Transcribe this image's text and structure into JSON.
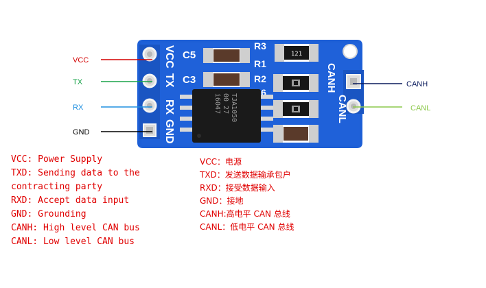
{
  "board": {
    "pin_labels_left": [
      "VCC",
      "TX",
      "RX",
      "GND"
    ],
    "pin_labels_right": [
      "CANH",
      "CANL"
    ],
    "silkscreen_caps": [
      "C5",
      "C3"
    ],
    "silkscreen_resistors": [
      "R3",
      "R1",
      "R2",
      "R6"
    ],
    "chip_marking": [
      "TJA1050",
      "00 27",
      "i6047"
    ],
    "resistor_code": "121",
    "colors": {
      "pcb": "#1d5fd6",
      "vcc_line": "#d40000",
      "tx_line": "#1aa34a",
      "rx_line": "#1e8fe0",
      "gnd_line": "#000000",
      "canh_line": "#0a1a5c",
      "canl_line": "#8cc84b"
    }
  },
  "callouts": {
    "vcc": "VCC",
    "tx": "TX",
    "rx": "RX",
    "gnd": "GND",
    "canh": "CANH",
    "canl": "CANL"
  },
  "english_descriptions": [
    "VCC: Power Supply",
    "TXD: Sending data to the",
    "contracting party",
    "RXD: Accept data input",
    "GND: Grounding",
    "CANH: High level CAN bus",
    "CANL: Low level CAN bus"
  ],
  "chinese_descriptions": [
    "VCC：电源",
    "TXD：发送数据输承包户",
    "RXD：接受数据输入",
    "GND：接地",
    "CANH:高电平 CAN 总线",
    "CANL：低电平 CAN 总线"
  ]
}
